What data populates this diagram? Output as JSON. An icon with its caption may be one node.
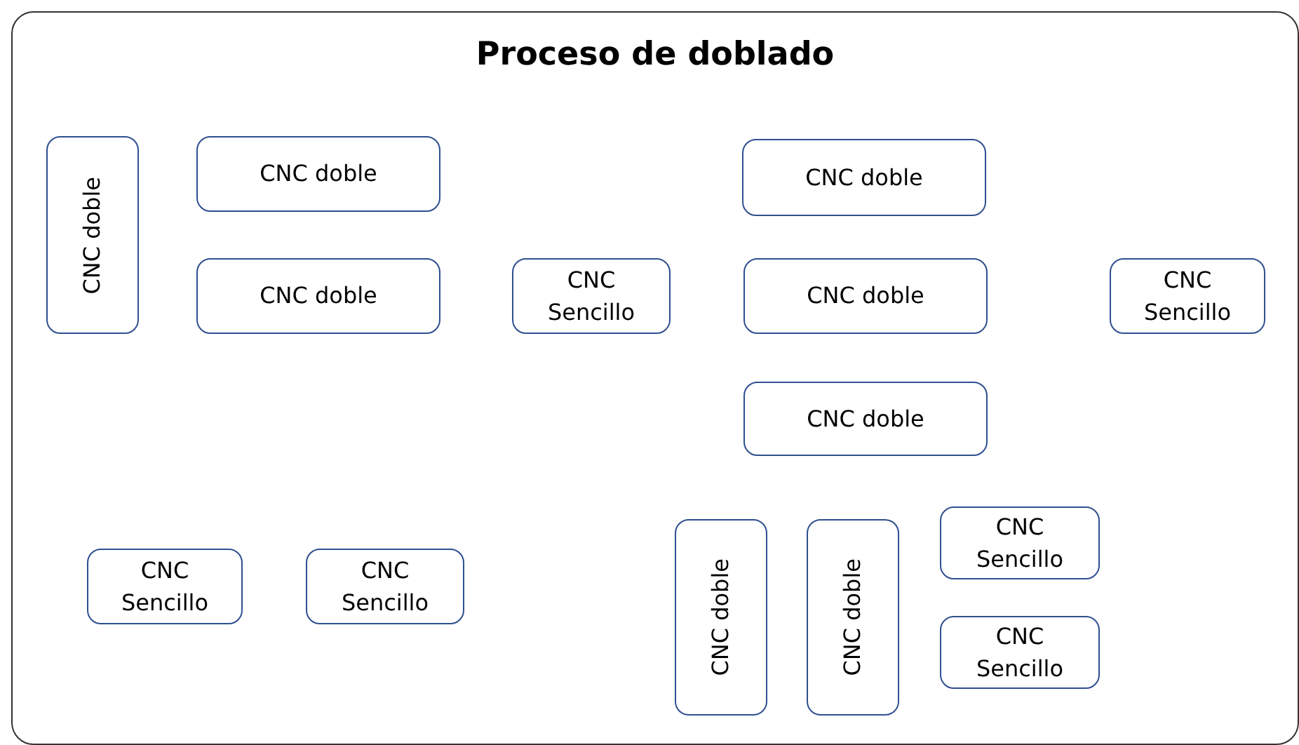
{
  "diagram": {
    "nodes": [
      {
        "text": [
          "Proceso de doblado"
        ]
      },
      {
        "text": [
          "CNC doble"
        ],
        "in": 0
      },
      {
        "text": [
          "CNC doble"
        ],
        "in": 0
      },
      {
        "text": [
          "CNC doble"
        ],
        "in": 0
      },
      {
        "text": [
          "CNC doble"
        ],
        "in": 0
      },
      {
        "text": [
          "CNC Sencillo"
        ],
        "in": 0
      },
      {
        "text": [
          "CNC doble"
        ],
        "in": 0
      },
      {
        "text": [
          "CNC Sencillo"
        ],
        "in": 0
      },
      {
        "text": [
          "CNC doble"
        ],
        "in": 0
      },
      {
        "text": [
          "CNC Sencillo"
        ],
        "in": 0
      },
      {
        "text": [
          "CNC doble"
        ],
        "in": 0
      },
      {
        "text": [
          "CNC doble"
        ],
        "in": 0
      },
      {
        "text": [
          "CNC Sencillo"
        ],
        "in": 0
      },
      {
        "text": [
          "CNC Sencillo"
        ],
        "in": 0
      },
      {
        "text": [
          "CNC Sencillo"
        ],
        "in": 0
      }
    ]
  }
}
